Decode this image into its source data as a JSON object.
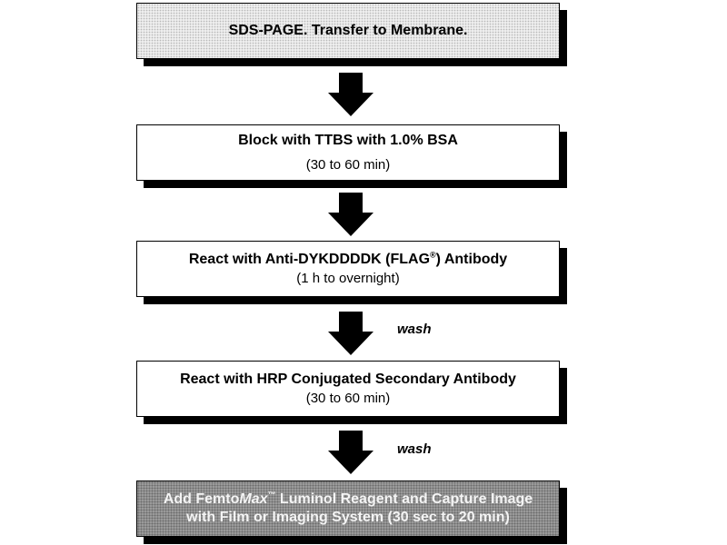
{
  "steps": [
    {
      "title": "SDS-PAGE.  Transfer to Membrane."
    },
    {
      "title": "Block with TTBS with 1.0% BSA",
      "detail": "(30 to 60 min)"
    },
    {
      "title_before": "React with Anti-DYKDDDDK (FLAG",
      "registered_mark": "®",
      "title_after": ") Antibody",
      "detail": "(1 h to overnight)"
    },
    {
      "title": "React with HRP Conjugated Secondary Antibody",
      "detail": "(30 to 60 min)"
    },
    {
      "line1_prefix": "Add Femto",
      "line1_brand": "Max",
      "trademark_mark": "™",
      "line1_suffix": " Luminol Reagent and Capture Image",
      "line2": "with Film or Imaging System (30 sec to 20 min)"
    }
  ],
  "wash_labels": [
    "wash",
    "wash"
  ],
  "colors": {
    "box_border": "#000000",
    "shadow": "#000000",
    "arrow": "#000000",
    "light_fill": "#eeeeee",
    "dark_fill": "#9a9a9a",
    "dark_text": "#f4f4f4"
  }
}
